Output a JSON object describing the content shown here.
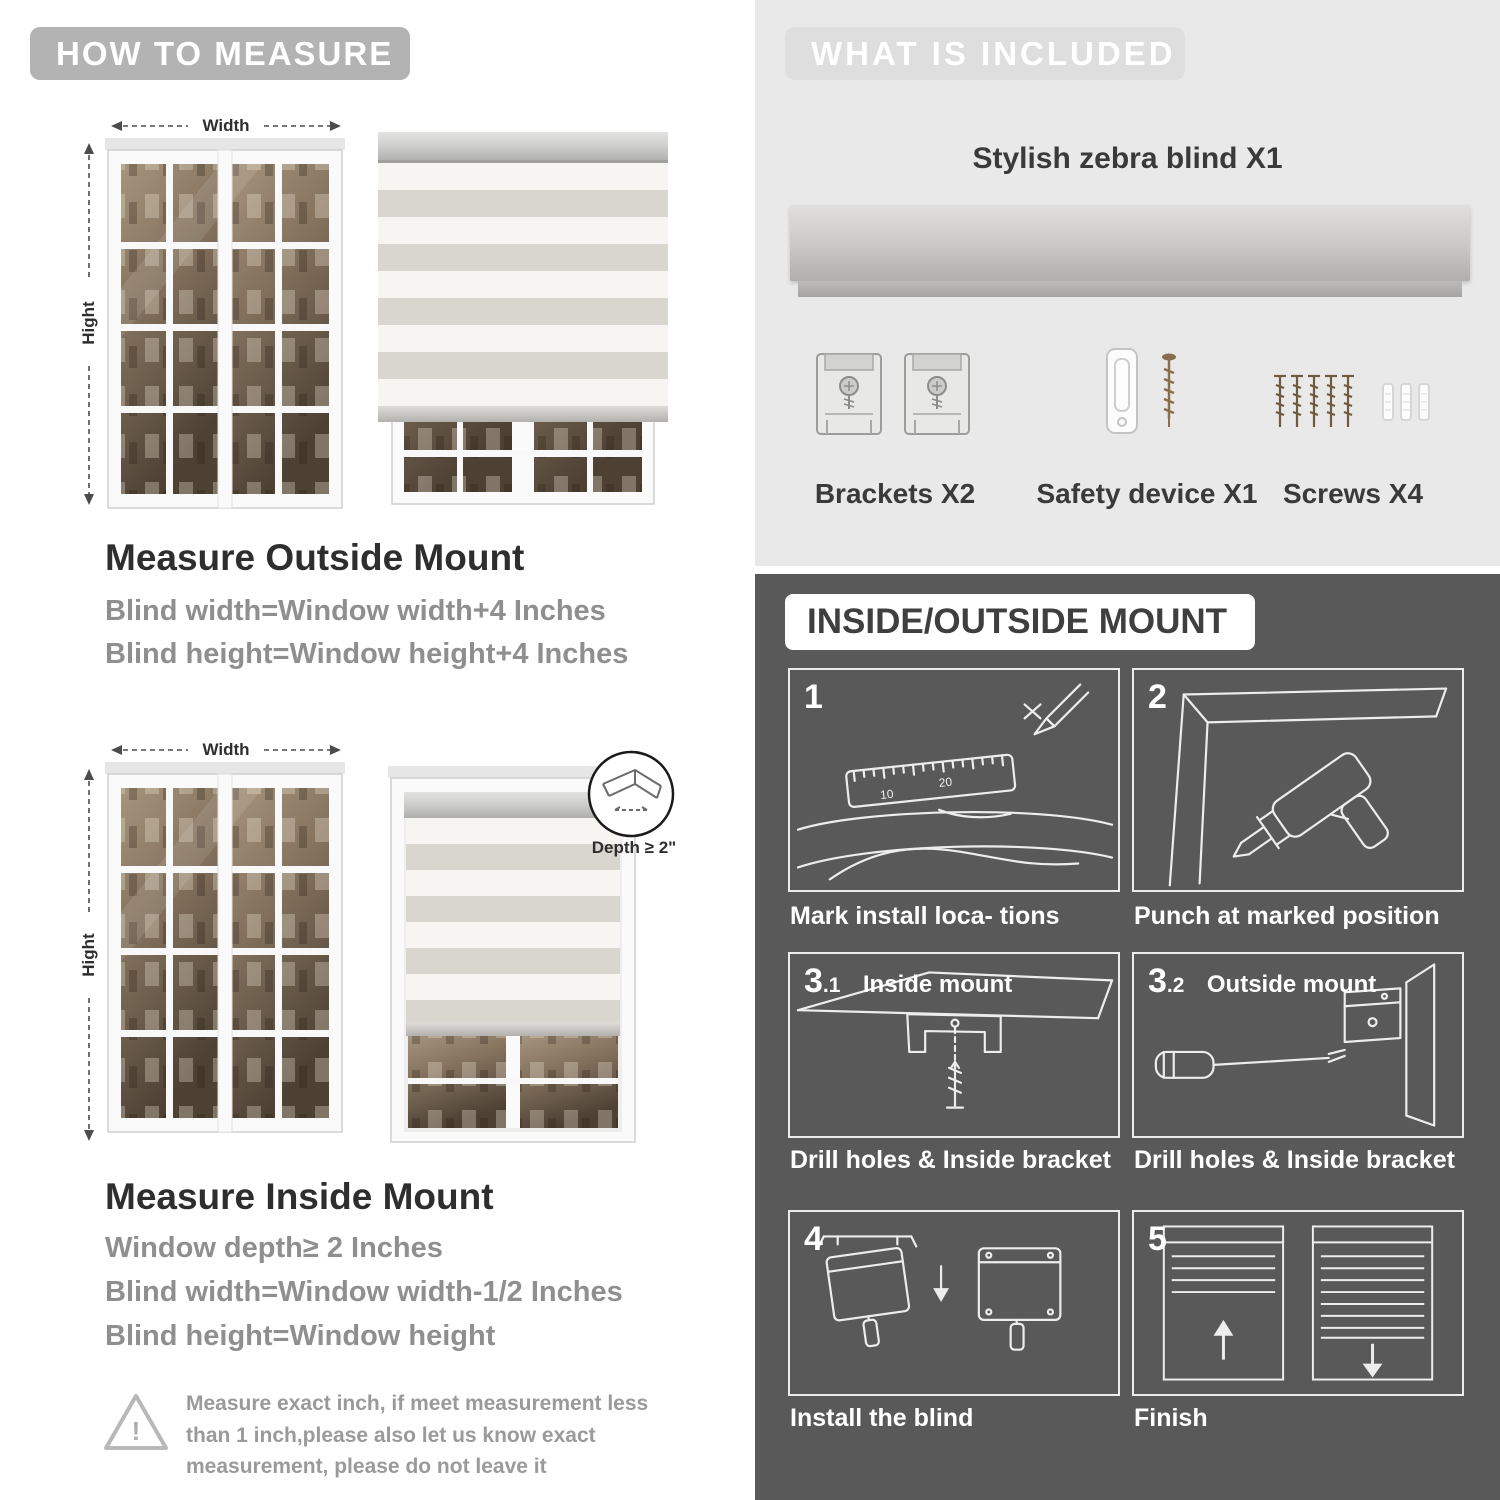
{
  "left": {
    "header": "HOW TO MEASURE",
    "labels": {
      "width": "Width",
      "height": "Hight"
    },
    "outside": {
      "title": "Measure Outside Mount",
      "line1": "Blind width=Window width+4 Inches",
      "line2": "Blind height=Window height+4 Inches"
    },
    "inside": {
      "title": "Measure Inside Mount",
      "line1": "Window depth≥ 2 Inches",
      "line2": "Blind width=Window width-1/2 Inches",
      "line3": "Blind height=Window height"
    },
    "depth_label": "Depth ≥ 2\"",
    "warning": {
      "mark": "!",
      "text": "Measure exact inch, if meet measurement less than 1 inch,please also let us know exact measurement, please do not leave it"
    }
  },
  "right": {
    "included": {
      "header": "WHAT IS INCLUDED",
      "blind_label": "Stylish zebra blind X1",
      "items": [
        {
          "label": "Brackets X2"
        },
        {
          "label": "Safety device X1"
        },
        {
          "label": "Screws X4"
        }
      ]
    },
    "mount": {
      "header": "INSIDE/OUTSIDE MOUNT",
      "ruler_marks": {
        "m1": "10",
        "m2": "20"
      },
      "steps": [
        {
          "num": "1",
          "sub": "",
          "title": "",
          "caption": "Mark install loca- tions"
        },
        {
          "num": "2",
          "sub": "",
          "title": "",
          "caption": "Punch at  marked position"
        },
        {
          "num": "3",
          "sub": ".1",
          "title": "Inside mount",
          "caption": "Drill holes &  Inside bracket"
        },
        {
          "num": "3",
          "sub": ".2",
          "title": "Outside mount",
          "caption": "Drill holes &  Inside bracket"
        },
        {
          "num": "4",
          "sub": "",
          "title": "",
          "caption": "Install the blind"
        },
        {
          "num": "5",
          "sub": "",
          "title": "",
          "caption": "Finish"
        }
      ]
    }
  },
  "colors": {
    "dark_panel_bg": "#595959",
    "light_panel_bg": "#e9e9e9",
    "header_pill": "#b3b3b3",
    "gray_text": "#8f8f8f",
    "stripe_solid": "#d9d6d0",
    "stripe_sheer": "#f6f5f2"
  }
}
